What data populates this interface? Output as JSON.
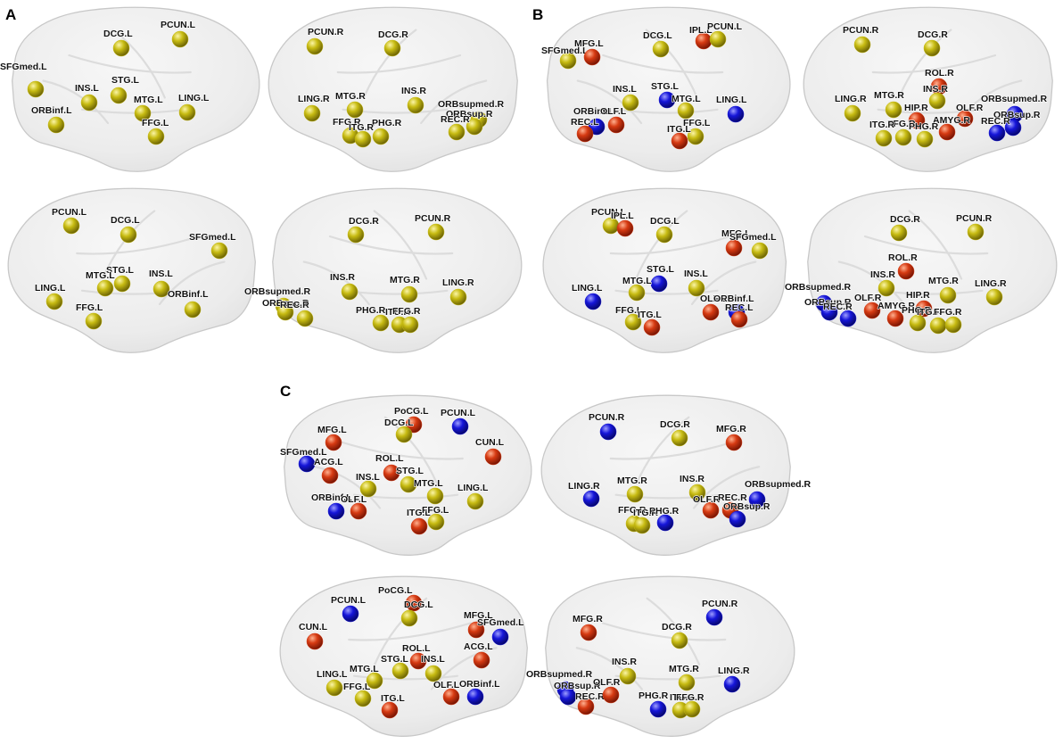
{
  "colors": {
    "yellow": "#c7bb12",
    "red": "#d63a12",
    "blue": "#1616d9",
    "brain": "#ececec"
  },
  "panels": [
    {
      "id": "A",
      "letter": "A",
      "views": [
        {
          "view": "lateral-left",
          "nodes": [
            {
              "label": "SFGmed.L",
              "color": "yellow"
            },
            {
              "label": "DCG.L",
              "color": "yellow"
            },
            {
              "label": "PCUN.L",
              "color": "yellow"
            },
            {
              "label": "INS.L",
              "color": "yellow"
            },
            {
              "label": "STG.L",
              "color": "yellow"
            },
            {
              "label": "MTG.L",
              "color": "yellow"
            },
            {
              "label": "LING.L",
              "color": "yellow"
            },
            {
              "label": "ORBinf.L",
              "color": "yellow"
            },
            {
              "label": "FFG.L",
              "color": "yellow"
            }
          ]
        },
        {
          "view": "lateral-right",
          "nodes": [
            {
              "label": "PCUN.R",
              "color": "yellow"
            },
            {
              "label": "DCG.R",
              "color": "yellow"
            },
            {
              "label": "LING.R",
              "color": "yellow"
            },
            {
              "label": "MTG.R",
              "color": "yellow"
            },
            {
              "label": "INS.R",
              "color": "yellow"
            },
            {
              "label": "ORBsupmed.R",
              "color": "yellow"
            },
            {
              "label": "ORBsup.R",
              "color": "yellow"
            },
            {
              "label": "REC.R",
              "color": "yellow"
            },
            {
              "label": "FFG.R",
              "color": "yellow"
            },
            {
              "label": "PHG.R",
              "color": "yellow"
            },
            {
              "label": "ITG.R",
              "color": "yellow"
            }
          ]
        },
        {
          "view": "medial-left",
          "nodes": [
            {
              "label": "PCUN.L",
              "color": "yellow"
            },
            {
              "label": "DCG.L",
              "color": "yellow"
            },
            {
              "label": "SFGmed.L",
              "color": "yellow"
            },
            {
              "label": "STG.L",
              "color": "yellow"
            },
            {
              "label": "INS.L",
              "color": "yellow"
            },
            {
              "label": "MTG.L",
              "color": "yellow"
            },
            {
              "label": "LING.L",
              "color": "yellow"
            },
            {
              "label": "ORBinf.L",
              "color": "yellow"
            },
            {
              "label": "FFG.L",
              "color": "yellow"
            }
          ]
        },
        {
          "view": "medial-right",
          "nodes": [
            {
              "label": "DCG.R",
              "color": "yellow"
            },
            {
              "label": "PCUN.R",
              "color": "yellow"
            },
            {
              "label": "INS.R",
              "color": "yellow"
            },
            {
              "label": "ORBsupmed.R",
              "color": "yellow"
            },
            {
              "label": "ORBsup.R",
              "color": "yellow"
            },
            {
              "label": "REC.R",
              "color": "yellow"
            },
            {
              "label": "MTG.R",
              "color": "yellow"
            },
            {
              "label": "LING.R",
              "color": "yellow"
            },
            {
              "label": "PHG.R",
              "color": "yellow"
            },
            {
              "label": "ITG.R",
              "color": "yellow"
            },
            {
              "label": "FFG.R",
              "color": "yellow"
            }
          ]
        }
      ]
    },
    {
      "id": "B",
      "letter": "B",
      "views": [
        {
          "view": "lateral-left",
          "nodes": [
            {
              "label": "SFGmed.L",
              "color": "yellow"
            },
            {
              "label": "MFG.L",
              "color": "red"
            },
            {
              "label": "DCG.L",
              "color": "yellow"
            },
            {
              "label": "IPL.L",
              "color": "red"
            },
            {
              "label": "PCUN.L",
              "color": "yellow"
            },
            {
              "label": "INS.L",
              "color": "yellow"
            },
            {
              "label": "STG.L",
              "color": "blue"
            },
            {
              "label": "MTG.L",
              "color": "yellow"
            },
            {
              "label": "LING.L",
              "color": "blue"
            },
            {
              "label": "ORBinf.L",
              "color": "blue"
            },
            {
              "label": "OLF.L",
              "color": "red"
            },
            {
              "label": "REC.L",
              "color": "red"
            },
            {
              "label": "FFG.L",
              "color": "yellow"
            },
            {
              "label": "ITG.L",
              "color": "red"
            }
          ]
        },
        {
          "view": "lateral-right",
          "nodes": [
            {
              "label": "PCUN.R",
              "color": "yellow"
            },
            {
              "label": "DCG.R",
              "color": "yellow"
            },
            {
              "label": "ROL.R",
              "color": "red"
            },
            {
              "label": "LING.R",
              "color": "yellow"
            },
            {
              "label": "MTG.R",
              "color": "yellow"
            },
            {
              "label": "INS.R",
              "color": "yellow"
            },
            {
              "label": "HIP.R",
              "color": "red"
            },
            {
              "label": "ORBsupmed.R",
              "color": "blue"
            },
            {
              "label": "OLF.R",
              "color": "red"
            },
            {
              "label": "ORBsup.R",
              "color": "blue"
            },
            {
              "label": "REC.R",
              "color": "blue"
            },
            {
              "label": "AMYG.R",
              "color": "red"
            },
            {
              "label": "FFG.R",
              "color": "yellow"
            },
            {
              "label": "ITG.R",
              "color": "yellow"
            },
            {
              "label": "PHG.R",
              "color": "yellow"
            }
          ]
        },
        {
          "view": "medial-left",
          "nodes": [
            {
              "label": "PCUN.L",
              "color": "yellow"
            },
            {
              "label": "IPL.L",
              "color": "red"
            },
            {
              "label": "DCG.L",
              "color": "yellow"
            },
            {
              "label": "MFG.L",
              "color": "red"
            },
            {
              "label": "SFGmed.L",
              "color": "yellow"
            },
            {
              "label": "STG.L",
              "color": "blue"
            },
            {
              "label": "INS.L",
              "color": "yellow"
            },
            {
              "label": "LING.L",
              "color": "blue"
            },
            {
              "label": "MTG.L",
              "color": "yellow"
            },
            {
              "label": "OLF.L",
              "color": "red"
            },
            {
              "label": "ORBinf.L",
              "color": "blue"
            },
            {
              "label": "REC.L",
              "color": "red"
            },
            {
              "label": "FFG.L",
              "color": "yellow"
            },
            {
              "label": "ITG.L",
              "color": "red"
            }
          ]
        },
        {
          "view": "medial-right",
          "nodes": [
            {
              "label": "DCG.R",
              "color": "yellow"
            },
            {
              "label": "PCUN.R",
              "color": "yellow"
            },
            {
              "label": "ROL.R",
              "color": "red"
            },
            {
              "label": "INS.R",
              "color": "yellow"
            },
            {
              "label": "MTG.R",
              "color": "yellow"
            },
            {
              "label": "LING.R",
              "color": "yellow"
            },
            {
              "label": "ORBsupmed.R",
              "color": "blue"
            },
            {
              "label": "ORBsup.R",
              "color": "blue"
            },
            {
              "label": "REC.R",
              "color": "blue"
            },
            {
              "label": "OLF.R",
              "color": "red"
            },
            {
              "label": "HIP.R",
              "color": "red"
            },
            {
              "label": "AMYG.R",
              "color": "red"
            },
            {
              "label": "PHG.R",
              "color": "yellow"
            },
            {
              "label": "ITG.R",
              "color": "yellow"
            },
            {
              "label": "FFG.R",
              "color": "yellow"
            }
          ]
        }
      ]
    },
    {
      "id": "C",
      "letter": "C",
      "views": [
        {
          "view": "lateral-left",
          "nodes": [
            {
              "label": "SFGmed.L",
              "color": "blue"
            },
            {
              "label": "MFG.L",
              "color": "red"
            },
            {
              "label": "PoCG.L",
              "color": "red"
            },
            {
              "label": "DCG.L",
              "color": "yellow"
            },
            {
              "label": "PCUN.L",
              "color": "blue"
            },
            {
              "label": "CUN.L",
              "color": "red"
            },
            {
              "label": "ACG.L",
              "color": "red"
            },
            {
              "label": "ROL.L",
              "color": "red"
            },
            {
              "label": "INS.L",
              "color": "yellow"
            },
            {
              "label": "STG.L",
              "color": "yellow"
            },
            {
              "label": "MTG.L",
              "color": "yellow"
            },
            {
              "label": "LING.L",
              "color": "yellow"
            },
            {
              "label": "ORBinf.L",
              "color": "blue"
            },
            {
              "label": "OLF.L",
              "color": "red"
            },
            {
              "label": "ITG.L",
              "color": "red"
            },
            {
              "label": "FFG.L",
              "color": "yellow"
            }
          ]
        },
        {
          "view": "lateral-right",
          "nodes": [
            {
              "label": "PCUN.R",
              "color": "blue"
            },
            {
              "label": "DCG.R",
              "color": "yellow"
            },
            {
              "label": "MFG.R",
              "color": "red"
            },
            {
              "label": "INS.R",
              "color": "yellow"
            },
            {
              "label": "ORBsupmed.R",
              "color": "blue"
            },
            {
              "label": "LING.R",
              "color": "blue"
            },
            {
              "label": "MTG.R",
              "color": "yellow"
            },
            {
              "label": "OLF.R",
              "color": "red"
            },
            {
              "label": "REC.R",
              "color": "red"
            },
            {
              "label": "ORBsup.R",
              "color": "blue"
            },
            {
              "label": "FFG.R",
              "color": "yellow"
            },
            {
              "label": "ITG.R",
              "color": "yellow"
            },
            {
              "label": "PHG.R",
              "color": "blue"
            }
          ]
        },
        {
          "view": "medial-left",
          "nodes": [
            {
              "label": "PCUN.L",
              "color": "blue"
            },
            {
              "label": "PoCG.L",
              "color": "red"
            },
            {
              "label": "DCG.L",
              "color": "yellow"
            },
            {
              "label": "MFG.L",
              "color": "red"
            },
            {
              "label": "SFGmed.L",
              "color": "blue"
            },
            {
              "label": "CUN.L",
              "color": "red"
            },
            {
              "label": "ACG.L",
              "color": "red"
            },
            {
              "label": "ROL.L",
              "color": "red"
            },
            {
              "label": "STG.L",
              "color": "yellow"
            },
            {
              "label": "INS.L",
              "color": "yellow"
            },
            {
              "label": "LING.L",
              "color": "yellow"
            },
            {
              "label": "MTG.L",
              "color": "yellow"
            },
            {
              "label": "OLF.L",
              "color": "red"
            },
            {
              "label": "ORBinf.L",
              "color": "blue"
            },
            {
              "label": "FFG.L",
              "color": "yellow"
            },
            {
              "label": "ITG.L",
              "color": "red"
            }
          ]
        },
        {
          "view": "medial-right",
          "nodes": [
            {
              "label": "MFG.R",
              "color": "red"
            },
            {
              "label": "DCG.R",
              "color": "yellow"
            },
            {
              "label": "PCUN.R",
              "color": "blue"
            },
            {
              "label": "INS.R",
              "color": "yellow"
            },
            {
              "label": "ORBsupmed.R",
              "color": "blue"
            },
            {
              "label": "ORBsup.R",
              "color": "blue"
            },
            {
              "label": "REC.R",
              "color": "red"
            },
            {
              "label": "OLF.R",
              "color": "red"
            },
            {
              "label": "MTG.R",
              "color": "yellow"
            },
            {
              "label": "LING.R",
              "color": "blue"
            },
            {
              "label": "PHG.R",
              "color": "blue"
            },
            {
              "label": "ITG.R",
              "color": "yellow"
            },
            {
              "label": "FFG.R",
              "color": "yellow"
            }
          ]
        }
      ]
    }
  ]
}
